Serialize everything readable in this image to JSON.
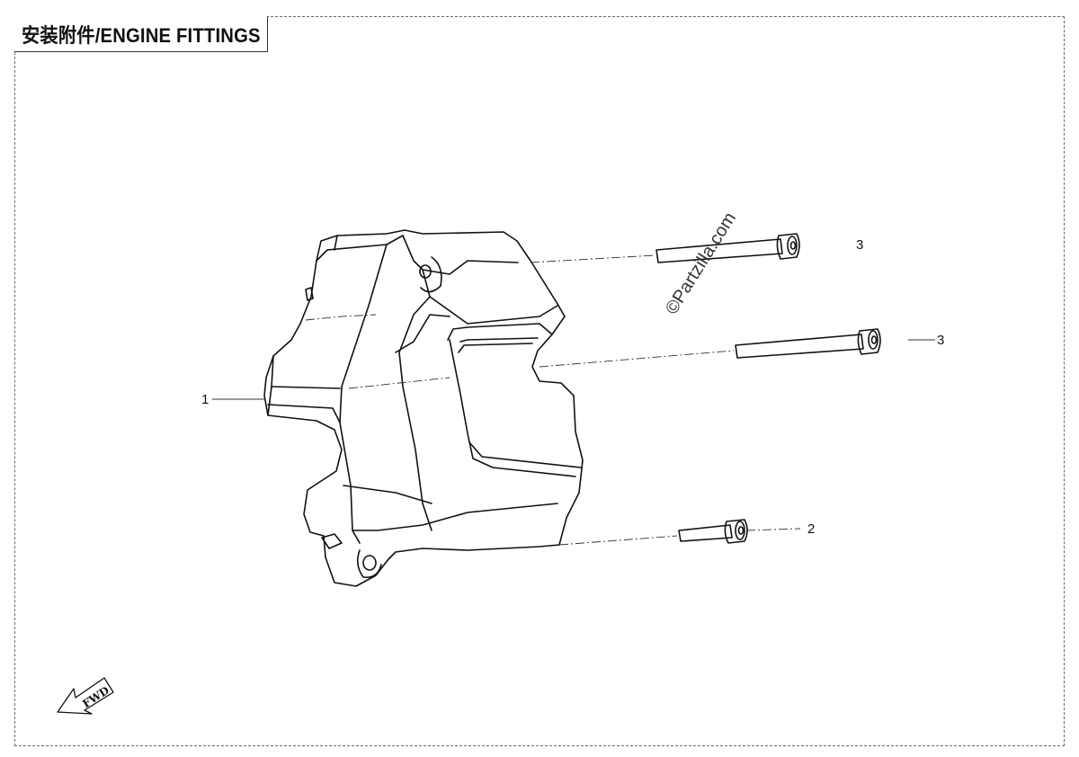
{
  "title": "安装附件/ENGINE FITTINGS",
  "watermark": "©Partzilla.com",
  "fwd_label": "FWD",
  "callouts": {
    "part1": "1",
    "part2": "2",
    "part3_upper": "3",
    "part3_lower": "3"
  },
  "line_color": "#111111"
}
